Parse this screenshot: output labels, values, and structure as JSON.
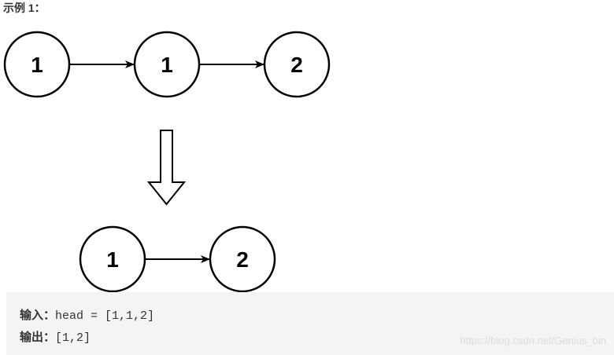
{
  "example": {
    "title": "示例 1："
  },
  "diagram": {
    "input_list": [
      "1",
      "1",
      "2"
    ],
    "output_list": [
      "1",
      "2"
    ]
  },
  "code": {
    "input_label": "输入：",
    "input_value": "head = [1,1,2]",
    "output_label": "输出：",
    "output_value": "[1,2]"
  },
  "watermark": "https://blog.csdn.net/Genius_bin"
}
